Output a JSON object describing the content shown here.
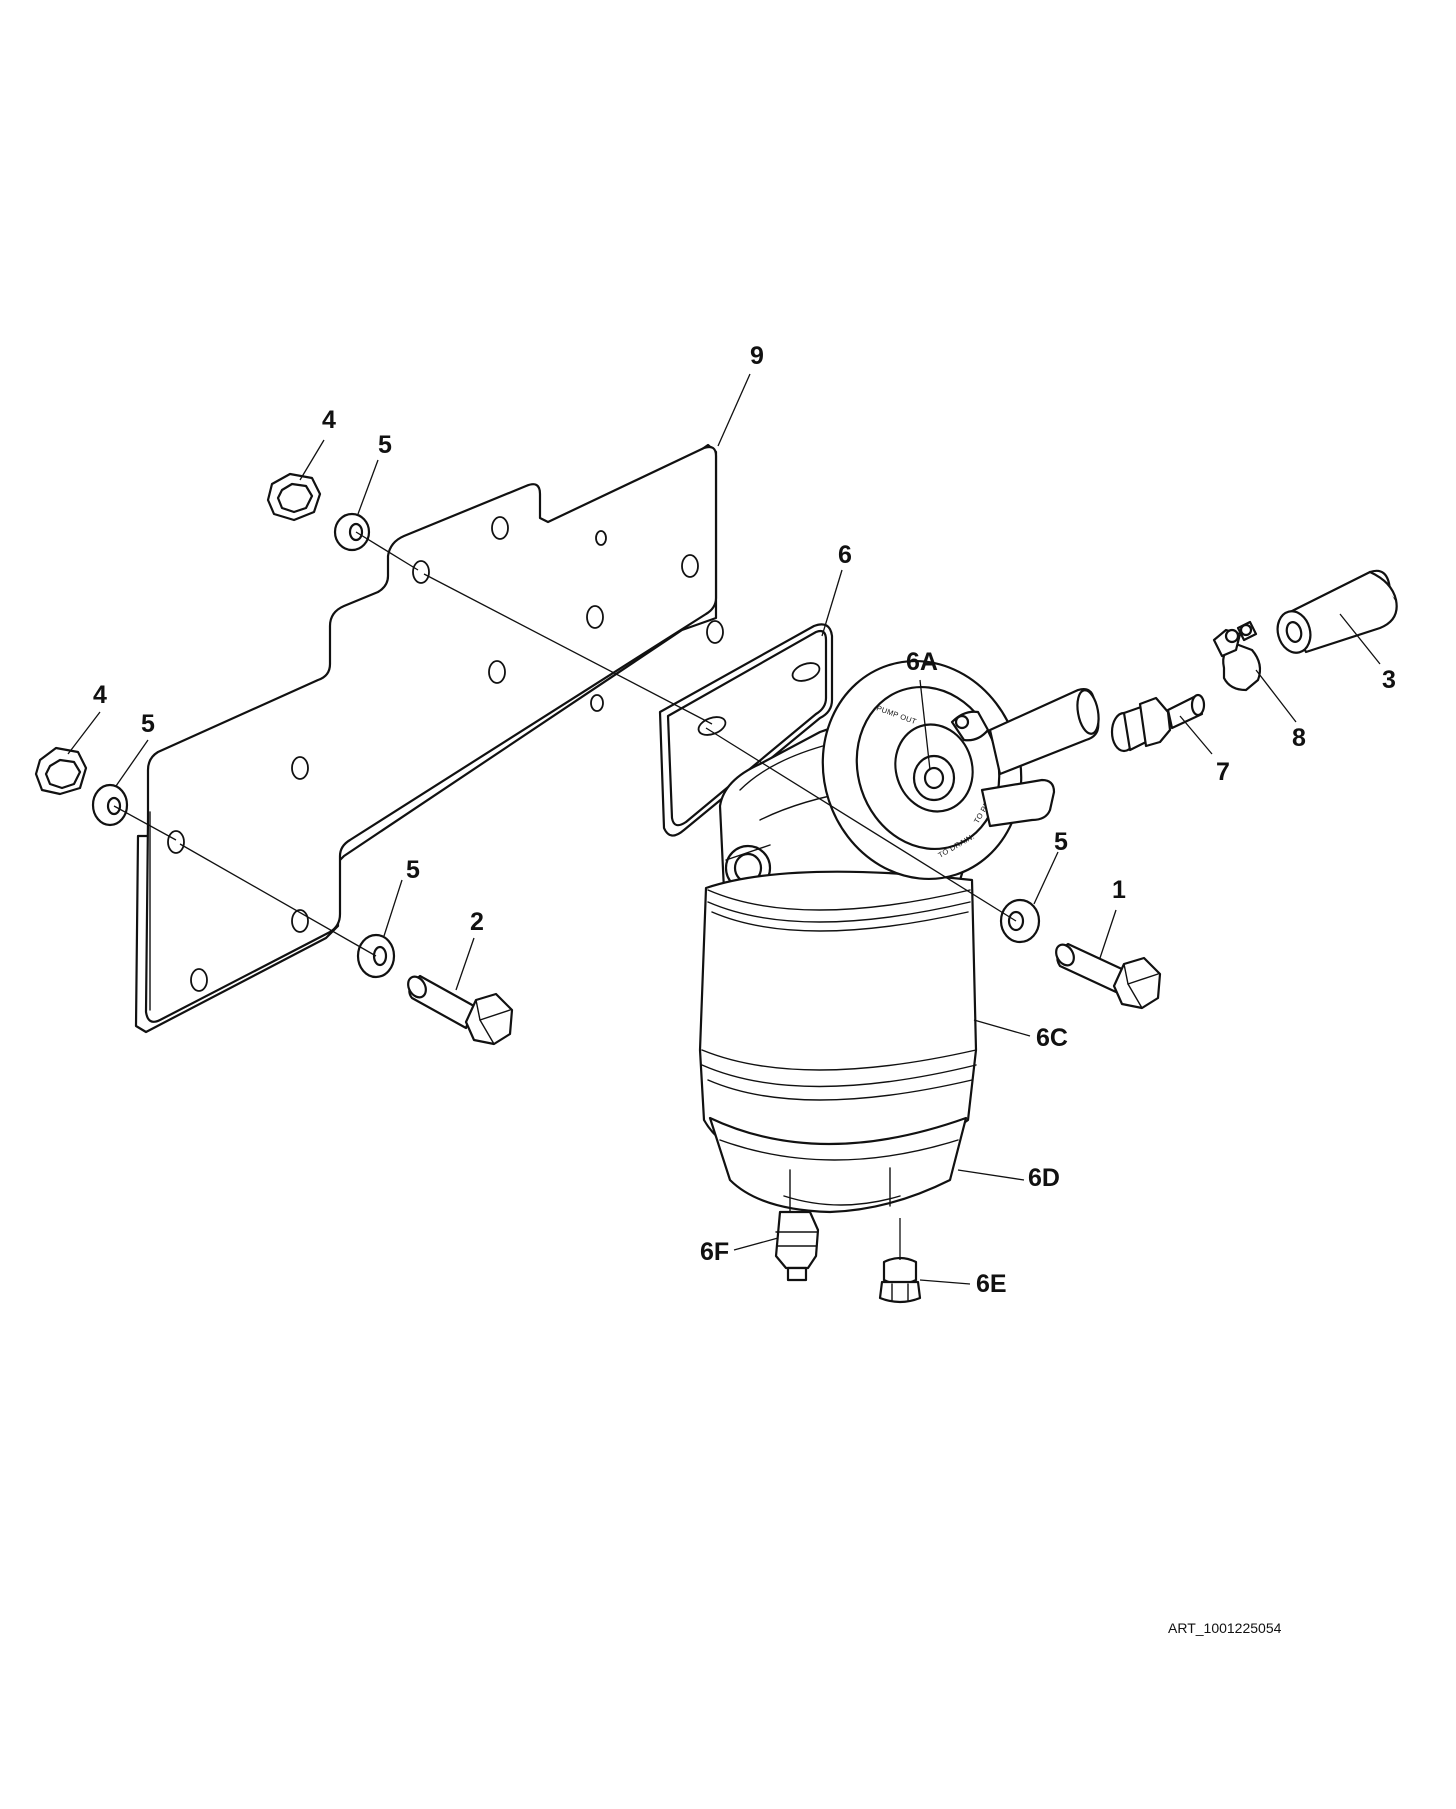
{
  "callouts": {
    "c9": "9",
    "c4_top": "4",
    "c5_top": "5",
    "c4_left": "4",
    "c5_left": "5",
    "c6": "6",
    "c6a": "6A",
    "c3": "3",
    "c8": "8",
    "c7": "7",
    "c5_right": "5",
    "c1": "1",
    "c5_bottom": "5",
    "c2": "2",
    "c6c": "6C",
    "c6d": "6D",
    "c6f": "6F",
    "c6e": "6E"
  },
  "dial_text": {
    "line1": "TO PRIME:",
    "line2": "TO DRAIN:",
    "line3": "PUMP OUT"
  },
  "art_id": "ART_1001225054"
}
